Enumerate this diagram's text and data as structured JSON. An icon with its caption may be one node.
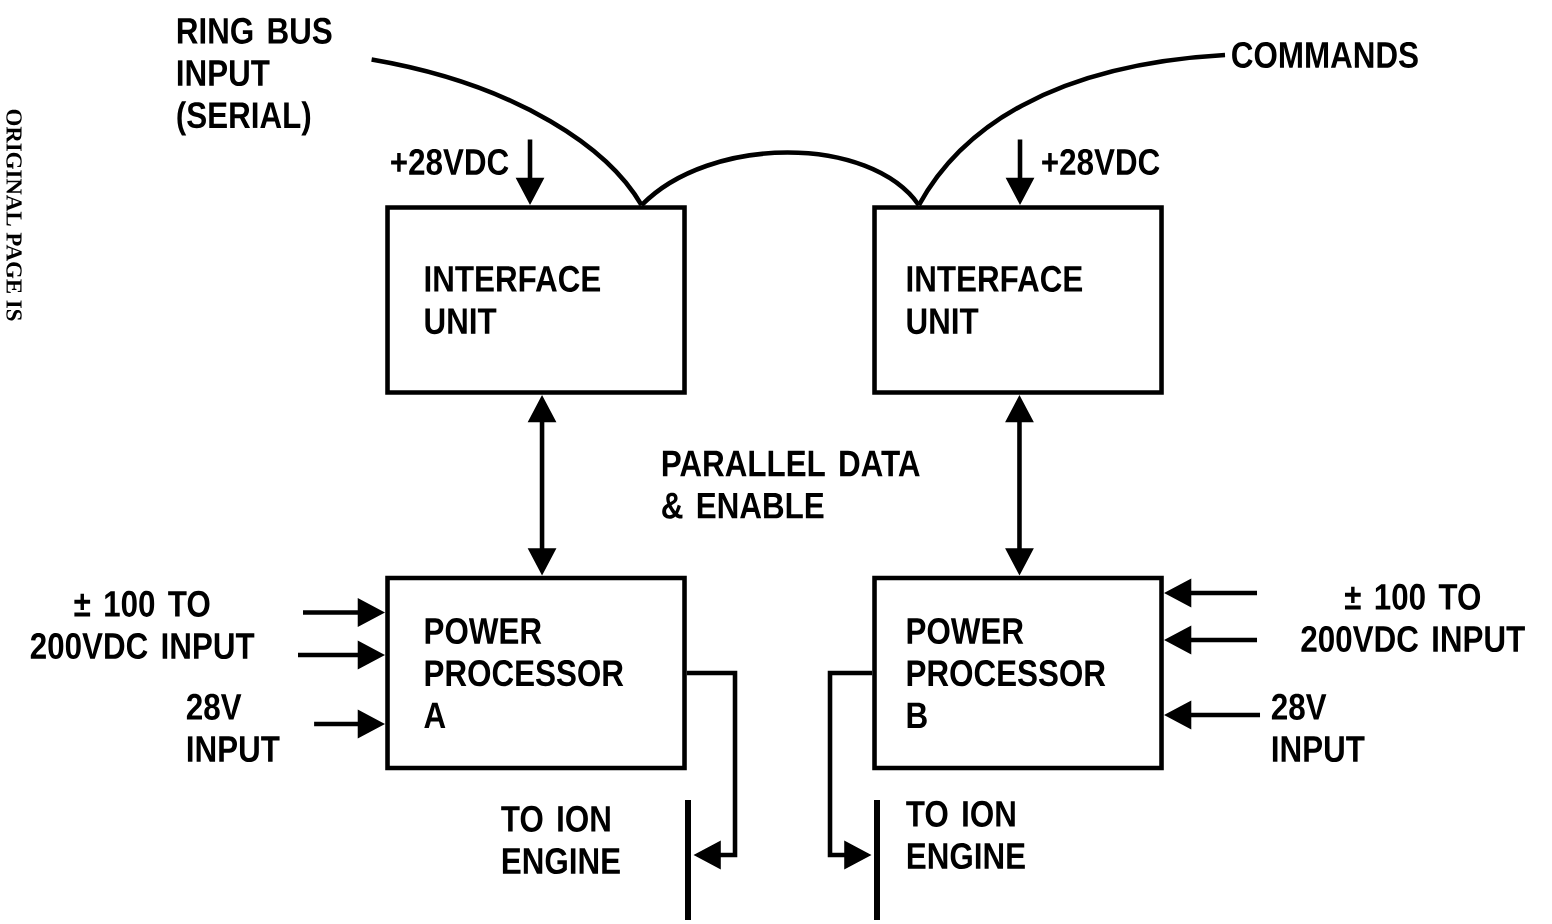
{
  "diagram": {
    "nodes": [
      {
        "text": [
          "INTERFACE UNIT"
        ]
      },
      {
        "text": [
          "INTERFACE UNIT"
        ]
      },
      {
        "text": [
          "POWER PROCESSOR A"
        ]
      },
      {
        "text": [
          "POWER PROCESSOR B"
        ]
      },
      {
        "text": [
          "RING BUS INPUT (SERIAL)"
        ]
      },
      {
        "text": [
          "COMMANDS"
        ]
      },
      {
        "text": [
          "+28VDC"
        ]
      },
      {
        "text": [
          "+28VDC"
        ]
      },
      {
        "text": [
          "± 100 TO 200VDC INPUT"
        ]
      },
      {
        "text": [
          "28V INPUT"
        ]
      },
      {
        "text": [
          "± 100 TO 200VDC INPUT"
        ]
      },
      {
        "text": [
          "28V INPUT"
        ]
      },
      {
        "text": [],
        "shape": "bar"
      },
      {
        "text": [],
        "shape": "bar"
      }
    ],
    "edges": [
      {
        "from": 4,
        "to": 0,
        "arrow": "none"
      },
      {
        "from": 0,
        "to": 1,
        "arrow": "none"
      },
      {
        "from": 5,
        "to": 1,
        "arrow": "none"
      },
      {
        "from": 6,
        "to": 0,
        "arrow": "to"
      },
      {
        "from": 7,
        "to": 1,
        "arrow": "to"
      },
      {
        "from": 0,
        "to": 2,
        "arrow": "both"
      },
      {
        "from": 1,
        "to": 3,
        "arrow": "both"
      },
      {
        "from": 8,
        "to": 2,
        "arrow": "to"
      },
      {
        "from": 8,
        "to": 2,
        "arrow": "to"
      },
      {
        "from": 9,
        "to": 2,
        "arrow": "to"
      },
      {
        "from": 10,
        "to": 3,
        "arrow": "to"
      },
      {
        "from": 10,
        "to": 3,
        "arrow": "to"
      },
      {
        "from": 11,
        "to": 3,
        "arrow": "to"
      },
      {
        "from": 2,
        "to": 12,
        "arrow": "to"
      },
      {
        "from": 3,
        "to": 13,
        "arrow": "to"
      }
    ],
    "labels": [
      "ORIGINAL PAGE IS",
      "PARALLEL DATA & ENABLE",
      "TO ION ENGINE",
      "TO ION ENGINE"
    ]
  }
}
